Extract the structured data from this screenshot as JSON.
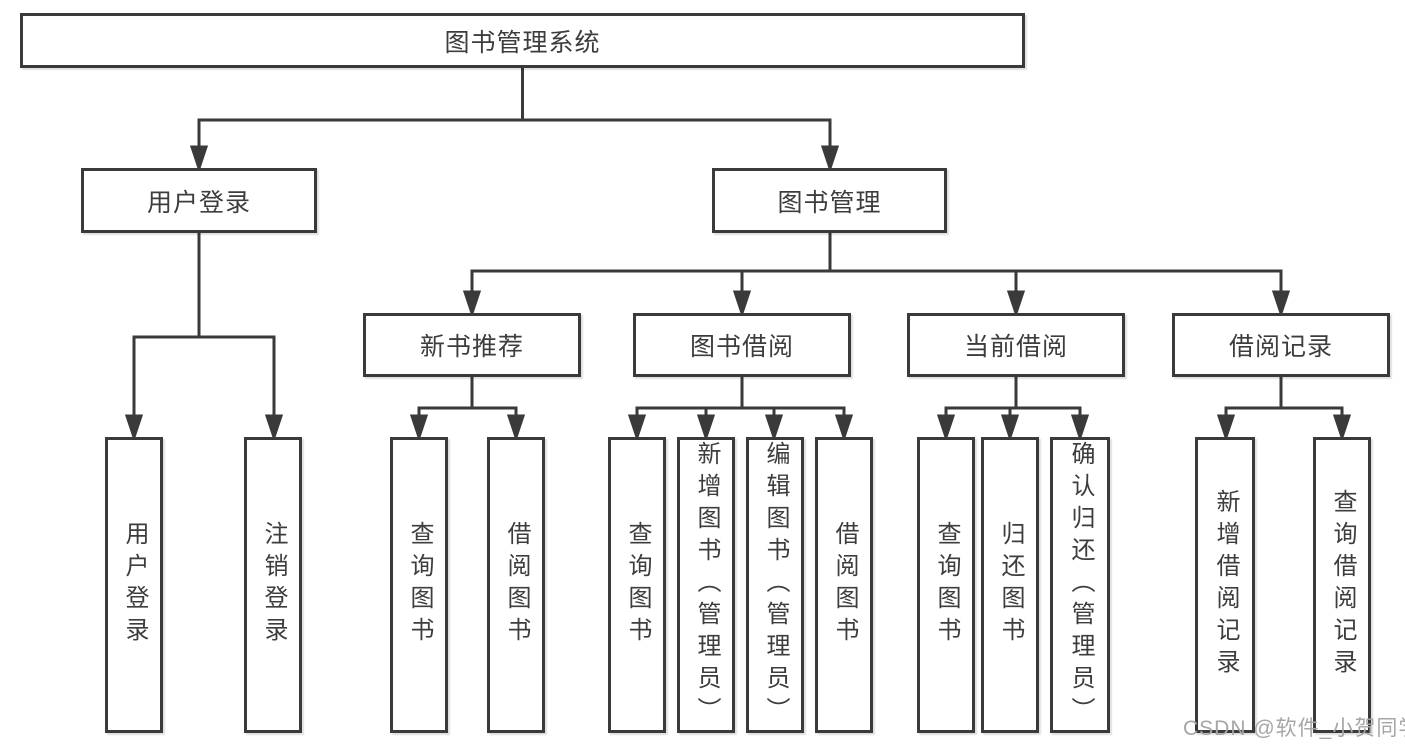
{
  "diagram": {
    "root": {
      "label": "图书管理系统",
      "children": [
        {
          "label": "用户登录",
          "children": [
            {
              "label": "用户登录"
            },
            {
              "label": "注销登录"
            }
          ]
        },
        {
          "label": "图书管理",
          "children": [
            {
              "label": "新书推荐",
              "children": [
                {
                  "label": "查询图书"
                },
                {
                  "label": "借阅图书"
                }
              ]
            },
            {
              "label": "图书借阅",
              "children": [
                {
                  "label": "查询图书"
                },
                {
                  "label": "新增图书（管理员）"
                },
                {
                  "label": "编辑图书（管理员）"
                },
                {
                  "label": "借阅图书"
                }
              ]
            },
            {
              "label": "当前借阅",
              "children": [
                {
                  "label": "查询图书"
                },
                {
                  "label": "归还图书"
                },
                {
                  "label": "确认归还（管理员）"
                }
              ]
            },
            {
              "label": "借阅记录",
              "children": [
                {
                  "label": "新增借阅记录"
                },
                {
                  "label": "查询借阅记录"
                }
              ]
            }
          ]
        }
      ]
    }
  },
  "watermark": {
    "text": "CSDN @软件_小贺同学"
  },
  "colors": {
    "line": "#3a3a3a",
    "box_border": "#3a3a3a",
    "text": "#3d3d3d",
    "watermark": "#a6a6a6",
    "background": "#ffffff"
  }
}
